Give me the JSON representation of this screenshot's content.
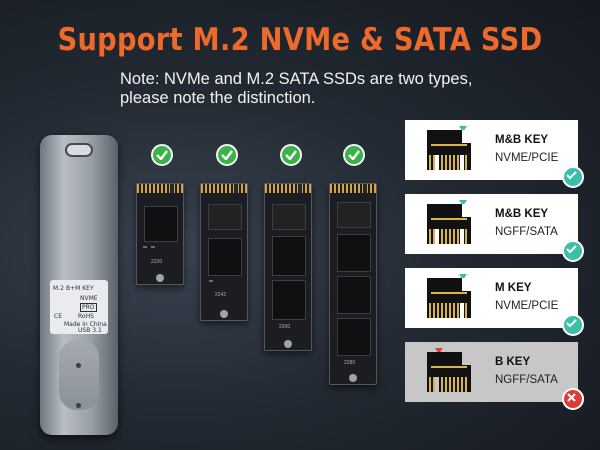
{
  "title": "Support M.2 NVMe & SATA SSD",
  "note_line1": "Note: NVMe and M.2 SATA SSDs are two types,",
  "note_line2": "please note the distinction.",
  "enclosure": {
    "printed_lines": [
      "M.2",
      "B+M KEY",
      "NVME",
      "PRO",
      "CE",
      "RoHS",
      "Made in China",
      "USB 3.1"
    ]
  },
  "ssd_sizes": [
    "2230",
    "2242",
    "2260",
    "2280"
  ],
  "key_cards": [
    {
      "name": "M&B KEY",
      "type": "NVME/PCIE",
      "supported": true
    },
    {
      "name": "M&B KEY",
      "type": "NGFF/SATA",
      "supported": true
    },
    {
      "name": "M KEY",
      "type": "NVME/PCIE",
      "supported": true
    },
    {
      "name": "B KEY",
      "type": "NGFF/SATA",
      "supported": false
    }
  ],
  "colors": {
    "title": "#ee6a2c",
    "check": "#3bb14a",
    "teal_badge": "#3bbfa8",
    "red_badge": "#dd3b3a"
  },
  "icons": {
    "check": "check-icon",
    "cross": "cross-icon",
    "usb_c": "usb-c-port-icon"
  }
}
